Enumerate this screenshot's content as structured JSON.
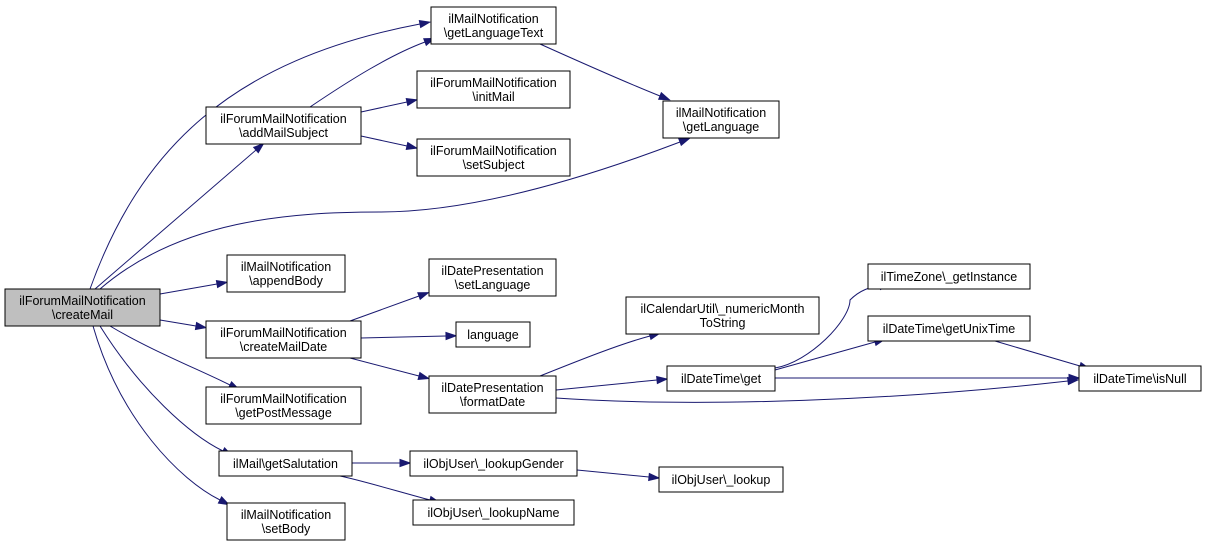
{
  "colors": {
    "edge": "#191970",
    "node_fill": "#ffffff",
    "root_fill": "#bfbfbf",
    "node_stroke": "#000000"
  },
  "nodes": {
    "createMail": {
      "lines": [
        "ilForumMailNotification",
        "\\createMail"
      ]
    },
    "getLanguageText": {
      "lines": [
        "ilMailNotification",
        "\\getLanguageText"
      ]
    },
    "addMailSubject": {
      "lines": [
        "ilForumMailNotification",
        "\\addMailSubject"
      ]
    },
    "initMail": {
      "lines": [
        "ilForumMailNotification",
        "\\initMail"
      ]
    },
    "setSubject": {
      "lines": [
        "ilForumMailNotification",
        "\\setSubject"
      ]
    },
    "getLanguage": {
      "lines": [
        "ilMailNotification",
        "\\getLanguage"
      ]
    },
    "appendBody": {
      "lines": [
        "ilMailNotification",
        "\\appendBody"
      ]
    },
    "dpSetLanguage": {
      "lines": [
        "ilDatePresentation",
        "\\setLanguage"
      ]
    },
    "createMailDate": {
      "lines": [
        "ilForumMailNotification",
        "\\createMailDate"
      ]
    },
    "language": {
      "lines": [
        "language"
      ]
    },
    "formatDate": {
      "lines": [
        "ilDatePresentation",
        "\\formatDate"
      ]
    },
    "numericMonth": {
      "lines": [
        "ilCalendarUtil\\_numericMonth",
        "ToString"
      ]
    },
    "dtGet": {
      "lines": [
        "ilDateTime\\get"
      ]
    },
    "tzInstance": {
      "lines": [
        "ilTimeZone\\_getInstance"
      ]
    },
    "getUnixTime": {
      "lines": [
        "ilDateTime\\getUnixTime"
      ]
    },
    "isNull": {
      "lines": [
        "ilDateTime\\isNull"
      ]
    },
    "getPostMessage": {
      "lines": [
        "ilForumMailNotification",
        "\\getPostMessage"
      ]
    },
    "getSalutation": {
      "lines": [
        "ilMail\\getSalutation"
      ]
    },
    "lookupGender": {
      "lines": [
        "ilObjUser\\_lookupGender"
      ]
    },
    "lookup": {
      "lines": [
        "ilObjUser\\_lookup"
      ]
    },
    "lookupName": {
      "lines": [
        "ilObjUser\\_lookupName"
      ]
    },
    "setBody": {
      "lines": [
        "ilMailNotification",
        "\\setBody"
      ]
    }
  }
}
